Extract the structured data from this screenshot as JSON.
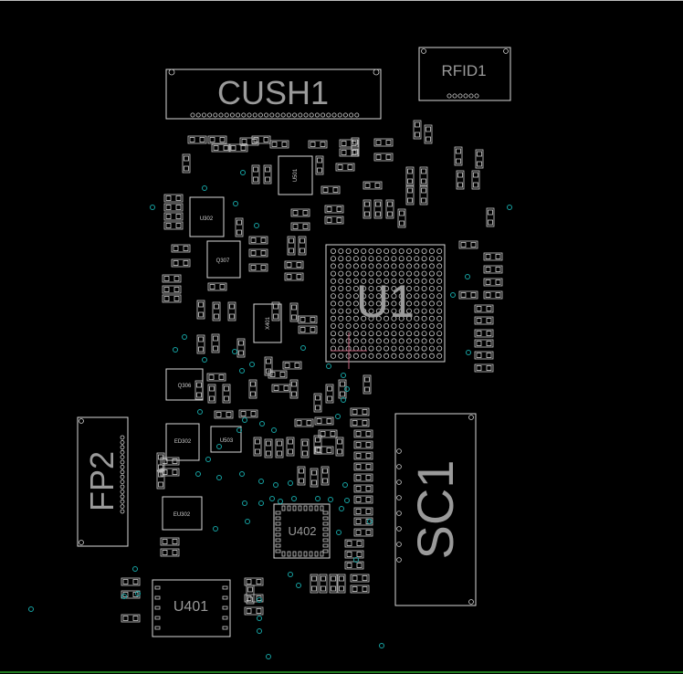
{
  "board": {
    "colors": {
      "background": "#000000",
      "outline": "#d8d8d8",
      "via": "#16a3a3",
      "label": "#9a9a9a",
      "crosshair": "#c0607a"
    },
    "designators": {
      "cush1": "CUSH1",
      "rfid1": "RFID1",
      "u1": "U1",
      "u501": "U501",
      "u302": "U302",
      "q307": "Q307",
      "x401": "X401",
      "q306": "Q306",
      "ed302": "ED302",
      "u503": "U503",
      "eu302": "EU302",
      "u402": "U402",
      "u401": "U401",
      "fp2": "FP2",
      "sc1": "SC1"
    }
  }
}
